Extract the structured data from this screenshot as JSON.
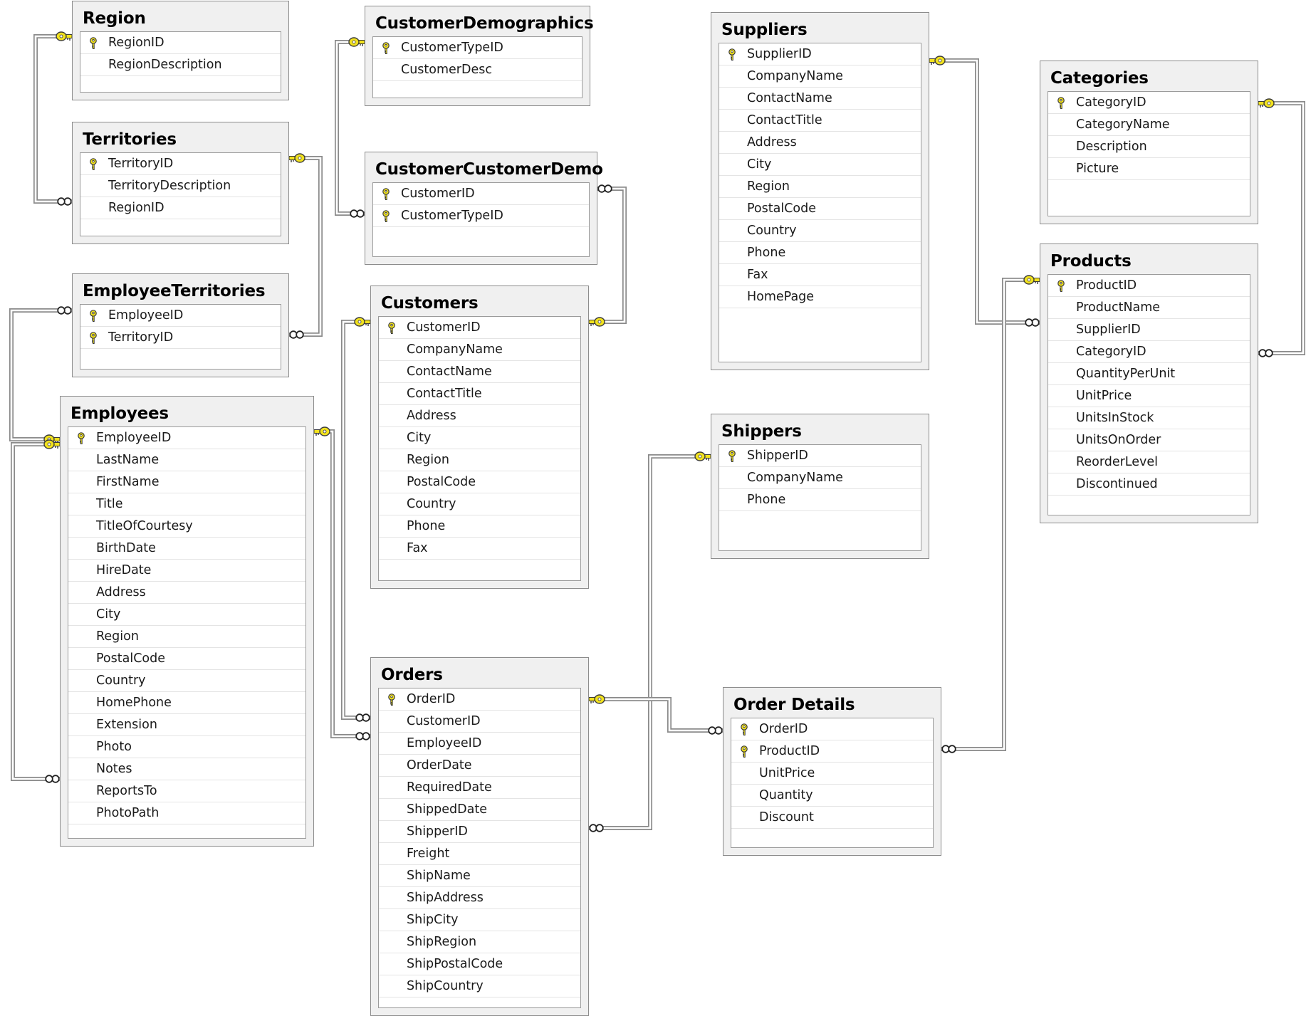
{
  "tables": [
    {
      "id": "region",
      "title": "Region",
      "columns": [
        {
          "name": "RegionID",
          "pk": true
        },
        {
          "name": "RegionDescription",
          "pk": false
        }
      ]
    },
    {
      "id": "territories",
      "title": "Territories",
      "columns": [
        {
          "name": "TerritoryID",
          "pk": true
        },
        {
          "name": "TerritoryDescription",
          "pk": false
        },
        {
          "name": "RegionID",
          "pk": false
        }
      ]
    },
    {
      "id": "employeeterritories",
      "title": "EmployeeTerritories",
      "columns": [
        {
          "name": "EmployeeID",
          "pk": true
        },
        {
          "name": "TerritoryID",
          "pk": true
        }
      ]
    },
    {
      "id": "employees",
      "title": "Employees",
      "columns": [
        {
          "name": "EmployeeID",
          "pk": true
        },
        {
          "name": "LastName",
          "pk": false
        },
        {
          "name": "FirstName",
          "pk": false
        },
        {
          "name": "Title",
          "pk": false
        },
        {
          "name": "TitleOfCourtesy",
          "pk": false
        },
        {
          "name": "BirthDate",
          "pk": false
        },
        {
          "name": "HireDate",
          "pk": false
        },
        {
          "name": "Address",
          "pk": false
        },
        {
          "name": "City",
          "pk": false
        },
        {
          "name": "Region",
          "pk": false
        },
        {
          "name": "PostalCode",
          "pk": false
        },
        {
          "name": "Country",
          "pk": false
        },
        {
          "name": "HomePhone",
          "pk": false
        },
        {
          "name": "Extension",
          "pk": false
        },
        {
          "name": "Photo",
          "pk": false
        },
        {
          "name": "Notes",
          "pk": false
        },
        {
          "name": "ReportsTo",
          "pk": false
        },
        {
          "name": "PhotoPath",
          "pk": false
        }
      ]
    },
    {
      "id": "customerdemographics",
      "title": "CustomerDemographics",
      "columns": [
        {
          "name": "CustomerTypeID",
          "pk": true
        },
        {
          "name": "CustomerDesc",
          "pk": false
        }
      ]
    },
    {
      "id": "customercustomerdemo",
      "title": "CustomerCustomerDemo",
      "columns": [
        {
          "name": "CustomerID",
          "pk": true
        },
        {
          "name": "CustomerTypeID",
          "pk": true
        }
      ]
    },
    {
      "id": "customers",
      "title": "Customers",
      "columns": [
        {
          "name": "CustomerID",
          "pk": true
        },
        {
          "name": "CompanyName",
          "pk": false
        },
        {
          "name": "ContactName",
          "pk": false
        },
        {
          "name": "ContactTitle",
          "pk": false
        },
        {
          "name": "Address",
          "pk": false
        },
        {
          "name": "City",
          "pk": false
        },
        {
          "name": "Region",
          "pk": false
        },
        {
          "name": "PostalCode",
          "pk": false
        },
        {
          "name": "Country",
          "pk": false
        },
        {
          "name": "Phone",
          "pk": false
        },
        {
          "name": "Fax",
          "pk": false
        }
      ]
    },
    {
      "id": "orders",
      "title": "Orders",
      "columns": [
        {
          "name": "OrderID",
          "pk": true
        },
        {
          "name": "CustomerID",
          "pk": false
        },
        {
          "name": "EmployeeID",
          "pk": false
        },
        {
          "name": "OrderDate",
          "pk": false
        },
        {
          "name": "RequiredDate",
          "pk": false
        },
        {
          "name": "ShippedDate",
          "pk": false
        },
        {
          "name": "ShipperID",
          "pk": false
        },
        {
          "name": "Freight",
          "pk": false
        },
        {
          "name": "ShipName",
          "pk": false
        },
        {
          "name": "ShipAddress",
          "pk": false
        },
        {
          "name": "ShipCity",
          "pk": false
        },
        {
          "name": "ShipRegion",
          "pk": false
        },
        {
          "name": "ShipPostalCode",
          "pk": false
        },
        {
          "name": "ShipCountry",
          "pk": false
        }
      ]
    },
    {
      "id": "suppliers",
      "title": "Suppliers",
      "columns": [
        {
          "name": "SupplierID",
          "pk": true
        },
        {
          "name": "CompanyName",
          "pk": false
        },
        {
          "name": "ContactName",
          "pk": false
        },
        {
          "name": "ContactTitle",
          "pk": false
        },
        {
          "name": "Address",
          "pk": false
        },
        {
          "name": "City",
          "pk": false
        },
        {
          "name": "Region",
          "pk": false
        },
        {
          "name": "PostalCode",
          "pk": false
        },
        {
          "name": "Country",
          "pk": false
        },
        {
          "name": "Phone",
          "pk": false
        },
        {
          "name": "Fax",
          "pk": false
        },
        {
          "name": "HomePage",
          "pk": false
        }
      ]
    },
    {
      "id": "shippers",
      "title": "Shippers",
      "columns": [
        {
          "name": "ShipperID",
          "pk": true
        },
        {
          "name": "CompanyName",
          "pk": false
        },
        {
          "name": "Phone",
          "pk": false
        }
      ]
    },
    {
      "id": "orderdetails",
      "title": "Order Details",
      "columns": [
        {
          "name": "OrderID",
          "pk": true
        },
        {
          "name": "ProductID",
          "pk": true
        },
        {
          "name": "UnitPrice",
          "pk": false
        },
        {
          "name": "Quantity",
          "pk": false
        },
        {
          "name": "Discount",
          "pk": false
        }
      ]
    },
    {
      "id": "categories",
      "title": "Categories",
      "columns": [
        {
          "name": "CategoryID",
          "pk": true
        },
        {
          "name": "CategoryName",
          "pk": false
        },
        {
          "name": "Description",
          "pk": false
        },
        {
          "name": "Picture",
          "pk": false
        }
      ]
    },
    {
      "id": "products",
      "title": "Products",
      "columns": [
        {
          "name": "ProductID",
          "pk": true
        },
        {
          "name": "ProductName",
          "pk": false
        },
        {
          "name": "SupplierID",
          "pk": false
        },
        {
          "name": "CategoryID",
          "pk": false
        },
        {
          "name": "QuantityPerUnit",
          "pk": false
        },
        {
          "name": "UnitPrice",
          "pk": false
        },
        {
          "name": "UnitsInStock",
          "pk": false
        },
        {
          "name": "UnitsOnOrder",
          "pk": false
        },
        {
          "name": "ReorderLevel",
          "pk": false
        },
        {
          "name": "Discontinued",
          "pk": false
        }
      ]
    }
  ],
  "relationships": [
    {
      "one": "region",
      "many": "territories"
    },
    {
      "one": "territories",
      "many": "employeeterritories"
    },
    {
      "one": "employees",
      "many": "employeeterritories"
    },
    {
      "one": "employees",
      "many": "employees"
    },
    {
      "one": "customerdemographics",
      "many": "customercustomerdemo"
    },
    {
      "one": "customers",
      "many": "customercustomerdemo"
    },
    {
      "one": "customers",
      "many": "orders"
    },
    {
      "one": "employees",
      "many": "orders"
    },
    {
      "one": "shippers",
      "many": "orders"
    },
    {
      "one": "orders",
      "many": "orderdetails"
    },
    {
      "one": "suppliers",
      "many": "products"
    },
    {
      "one": "categories",
      "many": "products"
    },
    {
      "one": "products",
      "many": "orderdetails"
    }
  ],
  "colors": {
    "key_fill": "#f2e21e",
    "key_outline": "#3a3a3a",
    "connector": "#8a8a8a",
    "table_frame": "#f0f0f0"
  },
  "icons": {
    "primary_key": "key-icon",
    "one_end": "key-connector-icon",
    "many_end": "infinity-icon"
  }
}
